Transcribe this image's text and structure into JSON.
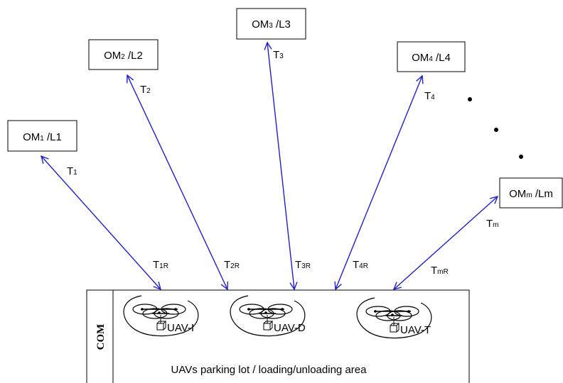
{
  "nodes": [
    {
      "id": "om1",
      "main": "OM",
      "sub": "1",
      "rest": " /L1"
    },
    {
      "id": "om2",
      "main": "OM",
      "sub": "2",
      "rest": " /L2"
    },
    {
      "id": "om3",
      "main": "OM",
      "sub": "3",
      "rest": " /L3"
    },
    {
      "id": "om4",
      "main": "OM",
      "sub": "4",
      "rest": " /L4"
    },
    {
      "id": "omm",
      "main": "OM",
      "sub": "m",
      "rest": " /Lm"
    }
  ],
  "links": [
    {
      "forward": {
        "main": "T",
        "sub": "1"
      },
      "return": {
        "main": "T",
        "sub": "1R"
      }
    },
    {
      "forward": {
        "main": "T",
        "sub": "2"
      },
      "return": {
        "main": "T",
        "sub": "2R"
      }
    },
    {
      "forward": {
        "main": "T",
        "sub": "3"
      },
      "return": {
        "main": "T",
        "sub": "3R"
      }
    },
    {
      "forward": {
        "main": "T",
        "sub": "4"
      },
      "return": {
        "main": "T",
        "sub": "4R"
      }
    },
    {
      "forward": {
        "main": "T",
        "sub": "m"
      },
      "return": {
        "main": "T",
        "sub": "mR"
      }
    }
  ],
  "base": {
    "side_label": "COM",
    "caption": "UAVs parking lot / loading/unloading area",
    "uavs": [
      "UAV-I",
      "UAV-D",
      "UAV-T"
    ]
  },
  "colors": {
    "arrow": "#1f1fd6",
    "stroke": "#000000"
  }
}
